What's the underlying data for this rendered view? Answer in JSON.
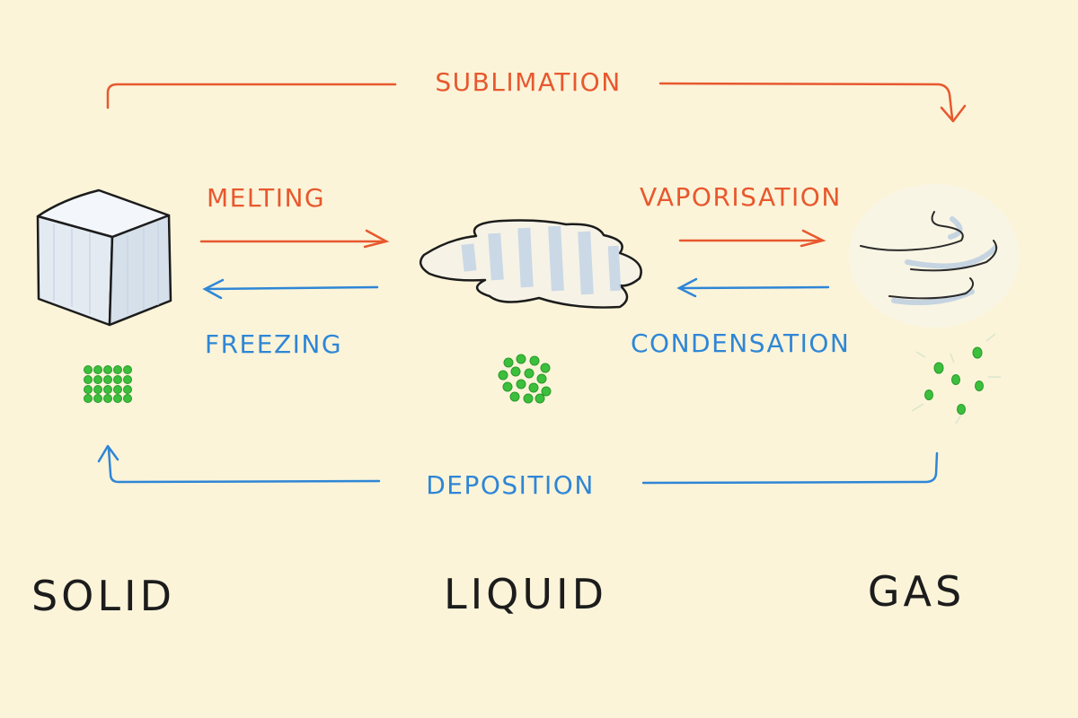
{
  "transitions": {
    "sublimation": "SUBLIMATION",
    "melting": "MELTING",
    "freezing": "FREEZING",
    "vaporisation": "VAPORISATION",
    "condensation": "CONDENSATION",
    "deposition": "DEPOSITION"
  },
  "states": {
    "solid": "SOLID",
    "liquid": "LIQUID",
    "gas": "GAS"
  },
  "colors": {
    "background": "#fbf4d9",
    "warm_arrow": "#e8582e",
    "cool_arrow": "#2f86d6",
    "particle": "#3cbf3c",
    "ink": "#1c1c1c"
  },
  "icons": [
    "ice-cube-icon",
    "water-puddle-icon",
    "gas-swirl-icon",
    "solid-particles-icon",
    "liquid-particles-icon",
    "gas-particles-icon"
  ]
}
